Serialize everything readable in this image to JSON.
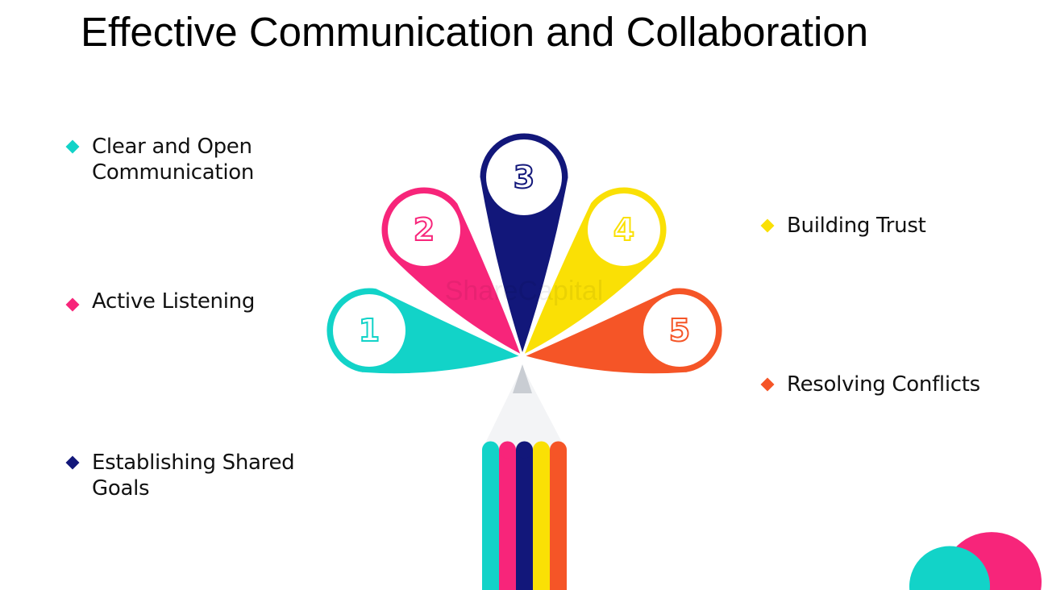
{
  "title": "Effective Communication and Collaboration",
  "watermark": "ShareCapital",
  "items": [
    {
      "number": "1",
      "label": "Clear and Open Communication",
      "color": "#12D3C8"
    },
    {
      "number": "2",
      "label": "Active Listening",
      "color": "#F7257A"
    },
    {
      "number": "3",
      "label": "Establishing Shared Goals",
      "color": "#12177A"
    },
    {
      "number": "4",
      "label": "Building Trust",
      "color": "#FAE005"
    },
    {
      "number": "5",
      "label": "Resolving Conflicts",
      "color": "#F55527"
    }
  ]
}
